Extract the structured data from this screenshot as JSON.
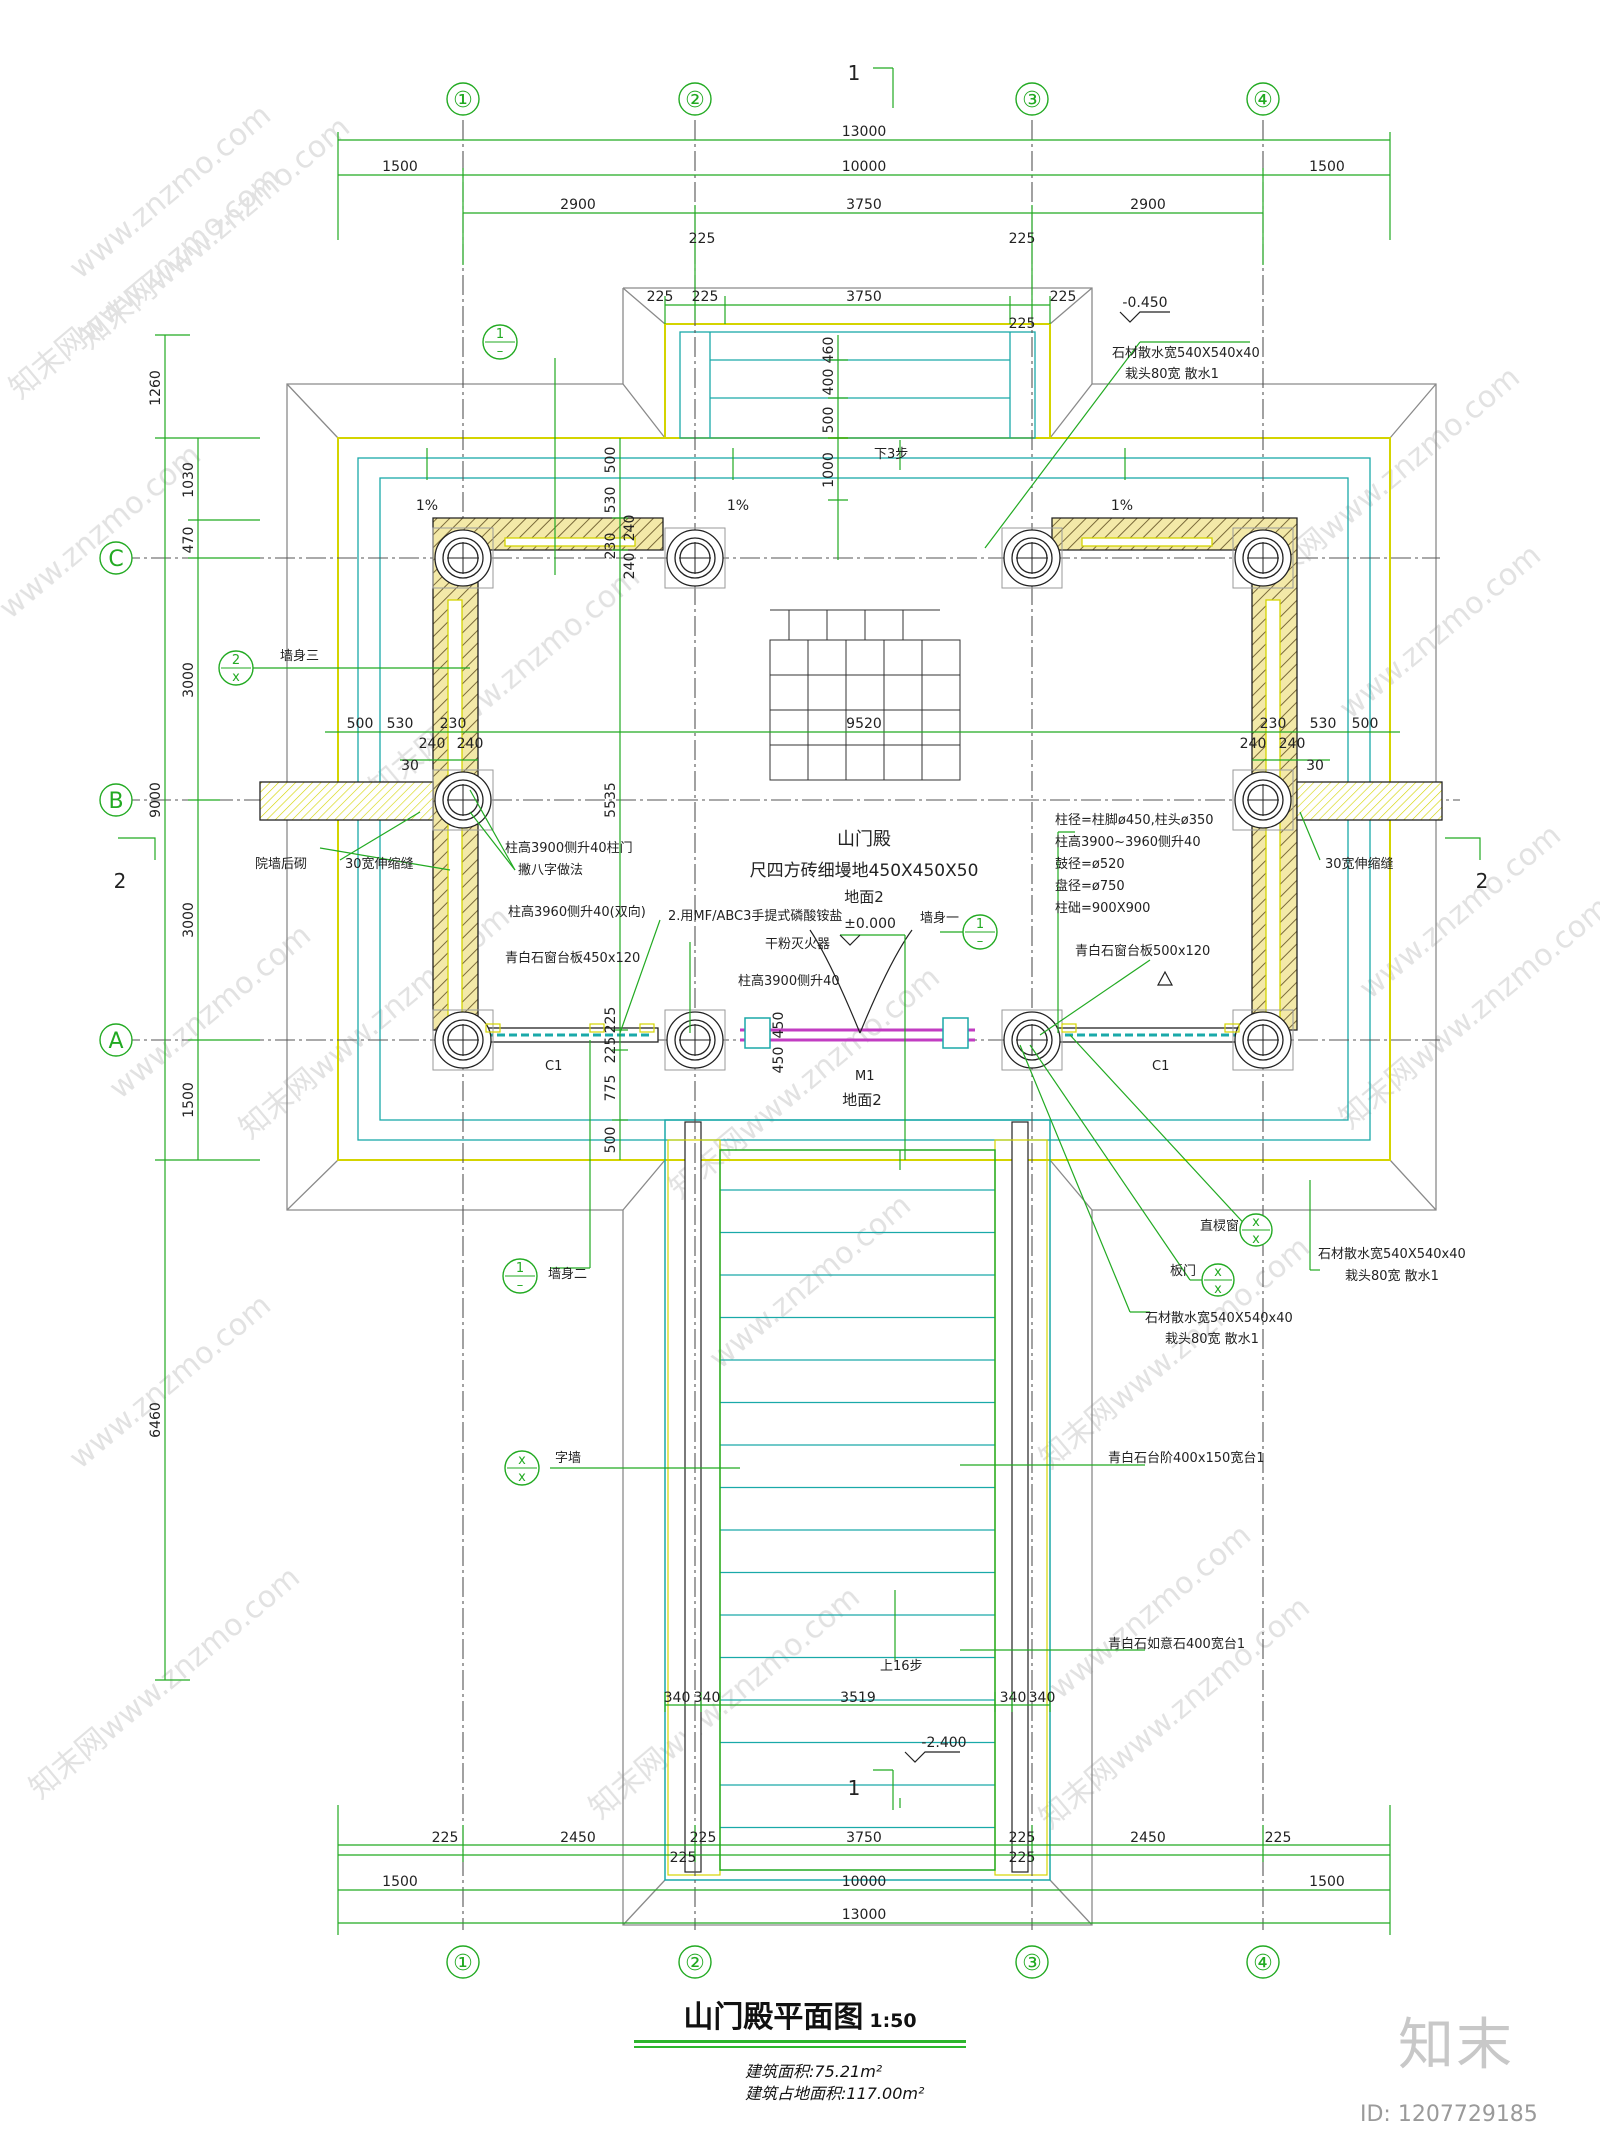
{
  "drawing": {
    "title": "山门殿平面图",
    "scale": "1:50",
    "building_area": "建筑面积:75.21m²",
    "footprint_area": "建筑占地面积:117.00m²",
    "watermark_brand": "知末",
    "image_id": "ID: 1207729185"
  },
  "section_marks": {
    "s1_top": "1",
    "s1_bottom": "1",
    "s2_left": "2",
    "s2_right": "2"
  },
  "axes": {
    "columns": [
      "①",
      "②",
      "③",
      "④"
    ],
    "rows": [
      "C",
      "B",
      "A"
    ]
  },
  "dims_top": {
    "overall": "13000",
    "r2": [
      "1500",
      "10000",
      "1500"
    ],
    "r3": [
      "2900",
      "3750",
      "2900"
    ],
    "col_a": "225",
    "col_b": "225",
    "porch": [
      "225",
      "225",
      "3750",
      "225",
      "225"
    ]
  },
  "dims_bottom": {
    "r1": [
      "225",
      "2450",
      "225",
      "3750",
      "225",
      "2450",
      "225"
    ],
    "r1_sub": [
      "225",
      "225"
    ],
    "r2": [
      "1500",
      "10000",
      "1500"
    ],
    "overall": "13000",
    "steps": [
      "340",
      "340",
      "3519",
      "340",
      "340"
    ]
  },
  "dims_left": {
    "outer": [
      "1260",
      "9000",
      "6460"
    ],
    "inner": [
      "1030",
      "470",
      "3000",
      "3000",
      "1500"
    ]
  },
  "dims_inner": {
    "center_v": [
      "500",
      "530",
      "240",
      "230",
      "240",
      "5535",
      "225",
      "225",
      "775",
      "500"
    ],
    "porch_v": [
      "460",
      "400",
      "500",
      "1000"
    ],
    "hall_h_left": [
      "500",
      "530",
      "230"
    ],
    "hall_h_right": [
      "230",
      "530",
      "500"
    ],
    "wall_left": [
      "240",
      "240"
    ],
    "wall_right": [
      "240",
      "240"
    ],
    "hall_width": "9520",
    "thirty_left": "30",
    "thirty_right": "30",
    "door_opening": "450",
    "door_opening2": "450"
  },
  "elevations": {
    "top": "-0.450",
    "bottom": "-2.400",
    "floor": "±0.000"
  },
  "slopes": [
    "1%",
    "1%",
    "1%"
  ],
  "annotations": {
    "hall_name": "山门殿",
    "hall_floor": "尺四方砖细墁地450X450X50",
    "floor_label_1": "地面2",
    "floor_label_2": "地面2",
    "steps_down": "下3步",
    "steps_up": "上16步",
    "col_note_1": "柱高3900侧升40柱门",
    "col_note_1b": "撇八字做法",
    "col_note_2": "柱高3960侧升40(双向)",
    "col_note_3": "柱高3900侧升40",
    "fire_1": "2.用MF/ABC3手提式磷酸铵盐",
    "fire_2": "干粉灭火器",
    "wall_1": "墙身一",
    "wall_2": "墙身二",
    "wall_3": "墙身三",
    "courtyard": "院墙后砌",
    "expansion_l": "30宽伸缩缝",
    "expansion_r": "30宽伸缩缝",
    "sill_l": "青白石窗台板450x120",
    "sill_r": "青白石窗台板500x120",
    "column_specs": [
      "柱径=柱脚ø450,柱头ø350",
      "柱高3900~3960侧升40",
      "鼓径=ø520",
      "盘径=ø750",
      "柱础=900X900"
    ],
    "apron_top_1": "石材散水宽540X540x40",
    "apron_top_2": "栽头80宽 散水1",
    "apron_mid_1": "石材散水宽540X540x40",
    "apron_mid_2": "栽头80宽 散水1",
    "apron_right_1": "石材散水宽540X540x40",
    "apron_right_2": "栽头80宽 散水1",
    "straight_window": "直棂窗",
    "panel_door": "板门",
    "window_c1_l": "C1",
    "window_c1_r": "C1",
    "door_m1": "M1",
    "zigzag_wall": "字墙",
    "step_stone": "青白石台阶400x150宽台1",
    "curb_stone": "青白石如意石400宽台1"
  },
  "callouts": {
    "c1": [
      "1",
      "–"
    ],
    "c2": [
      "2",
      "x"
    ],
    "c3": [
      "1",
      "–"
    ],
    "c4": [
      "1",
      "–"
    ],
    "c5": [
      "x",
      "x"
    ],
    "c6": [
      "x",
      "x"
    ],
    "c7": [
      "x",
      "x"
    ]
  },
  "watermarks": [
    "www.znzmo.com",
    "知末网www.znzmo.com"
  ],
  "colors": {
    "green": "#22aa22",
    "yellow": "#d4d400",
    "cyan": "#1aa9a9",
    "dark": "#222222",
    "hatch": "#7a6a3a",
    "magenta": "#c23cc2",
    "grey": "#8a8a8a"
  }
}
